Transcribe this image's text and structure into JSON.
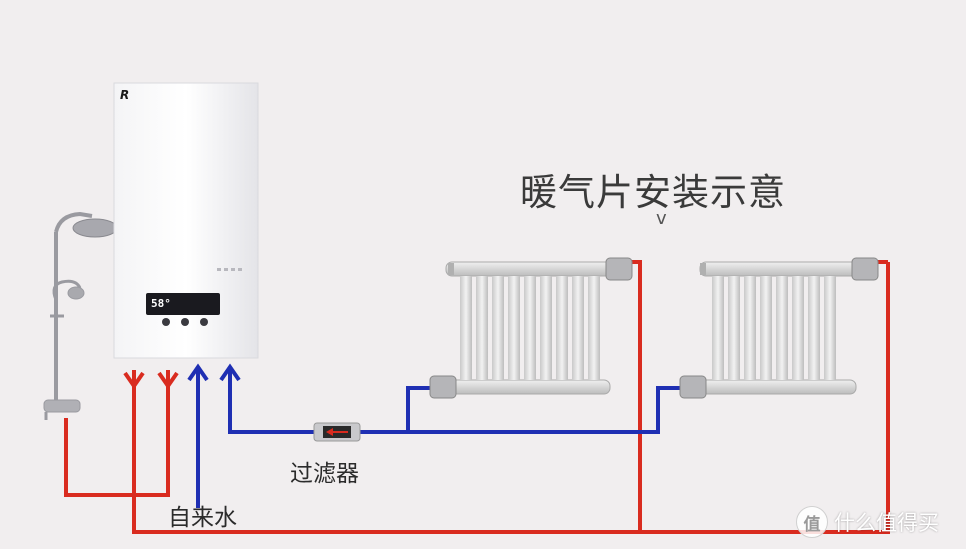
{
  "diagram": {
    "title": "暖气片安装示意",
    "arrow_glyph": "v",
    "filter_label": "过滤器",
    "water_label": "自来水",
    "boiler_brand": "R",
    "boiler_display": "58°"
  },
  "watermark": {
    "icon": "值",
    "text": "什么值得买"
  },
  "colors": {
    "hot_pipe": "#d92b1f",
    "cold_pipe": "#1f2fb3",
    "background": "#f1eeef",
    "radiator": "#dcdcdc"
  }
}
